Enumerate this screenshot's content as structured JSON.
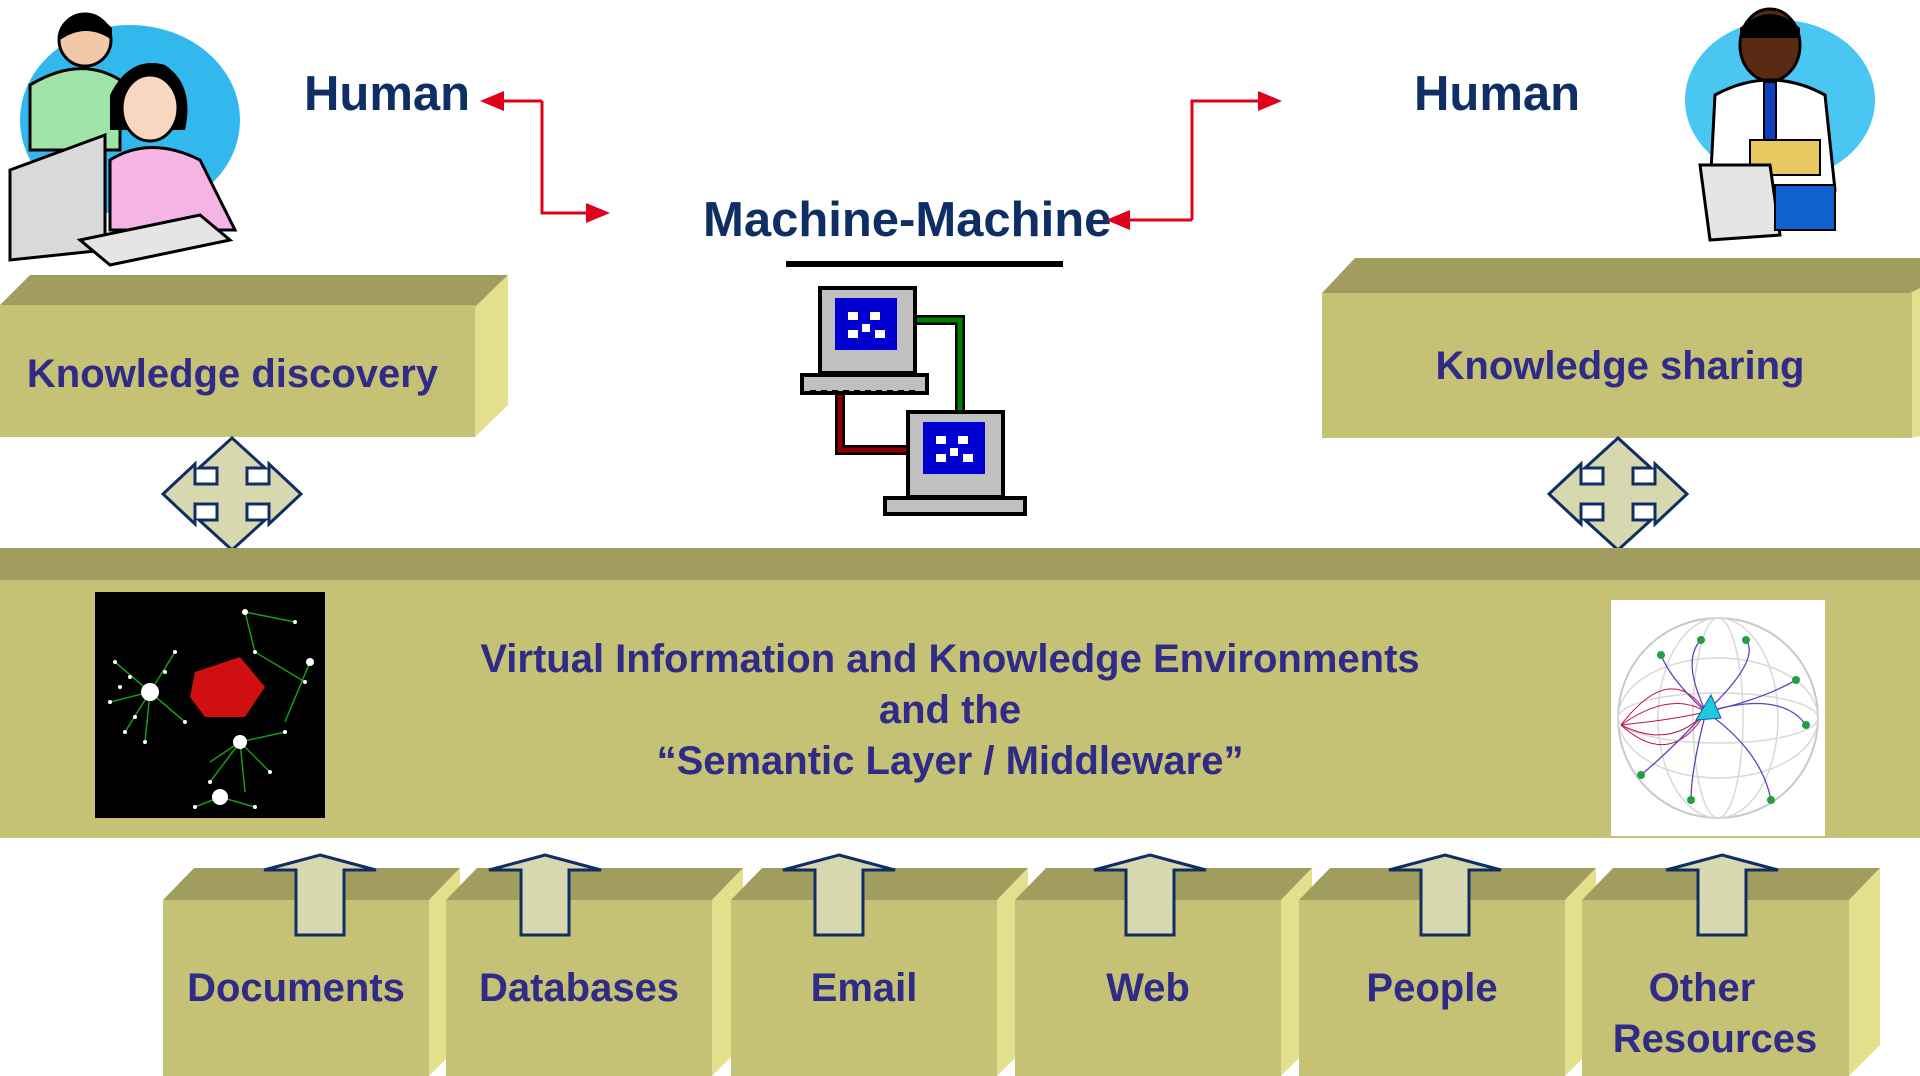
{
  "humans": {
    "left": "Human",
    "right": "Human"
  },
  "machine": {
    "label": "Machine-Machine"
  },
  "top_boxes": {
    "left": "Knowledge discovery",
    "right": "Knowledge sharing"
  },
  "middleware": {
    "line1": "Virtual Information and Knowledge Environments",
    "line2": "and the",
    "line3": "“Semantic Layer / Middleware”"
  },
  "sources": [
    {
      "label": "Documents"
    },
    {
      "label": "Databases"
    },
    {
      "label": "Email"
    },
    {
      "label": "Web"
    },
    {
      "label": "People"
    },
    {
      "label_line1": "Other",
      "label_line2": "Resources"
    }
  ],
  "colors": {
    "box_front": "#c5c175",
    "box_top": "#a19d5e",
    "box_side": "#e2df8d",
    "label_dark": "#0f2e63",
    "label_purple": "#2f2b86",
    "connector_red": "#e0001b",
    "arrow_fill": "#d8d8b0"
  }
}
